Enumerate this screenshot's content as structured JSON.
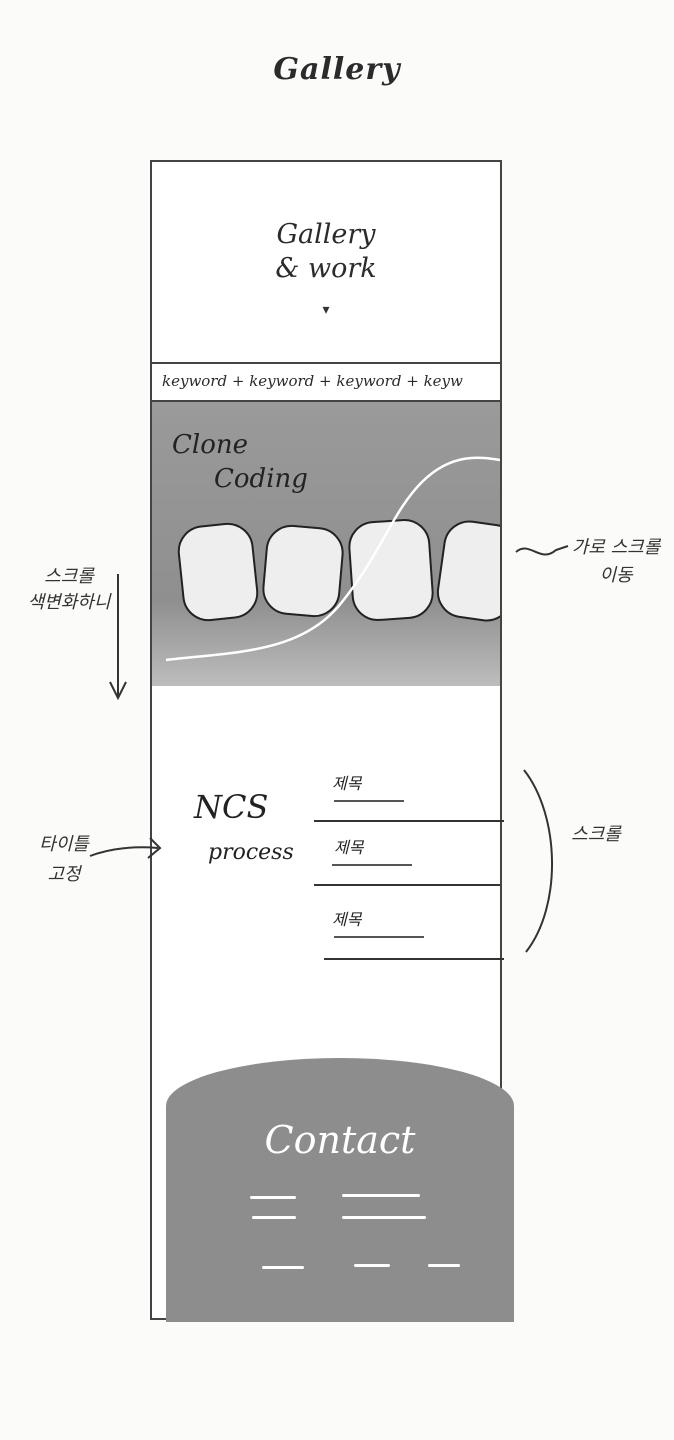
{
  "page": {
    "title": "Gallery"
  },
  "hero": {
    "title_line1": "Gallery",
    "title_line2": "& work",
    "icon": "small-marker-icon"
  },
  "keywords": {
    "text": "keyword + keyword + keyword + keyw"
  },
  "clone": {
    "title_line1": "Clone",
    "title_line2": "Coding",
    "card_count": 4
  },
  "notes": {
    "left_scroll_line1": "스크롤",
    "left_scroll_line2": "색변화하니",
    "left_fixed_line1": "타이틀",
    "left_fixed_line2": "고정",
    "right_horizontal_line1": "가로 스크롤",
    "right_horizontal_line2": "이동",
    "right_scroll": "스크롤"
  },
  "ncs": {
    "title": "NCS",
    "subtitle": "process",
    "items": [
      {
        "heading": "제목"
      },
      {
        "heading": "제목"
      },
      {
        "heading": "제목"
      }
    ]
  },
  "contact": {
    "title": "Contact"
  },
  "colors": {
    "clone_bg": "#9a9a9a",
    "contact_bg": "#8d8d8d",
    "ink": "#2b2b2b"
  }
}
